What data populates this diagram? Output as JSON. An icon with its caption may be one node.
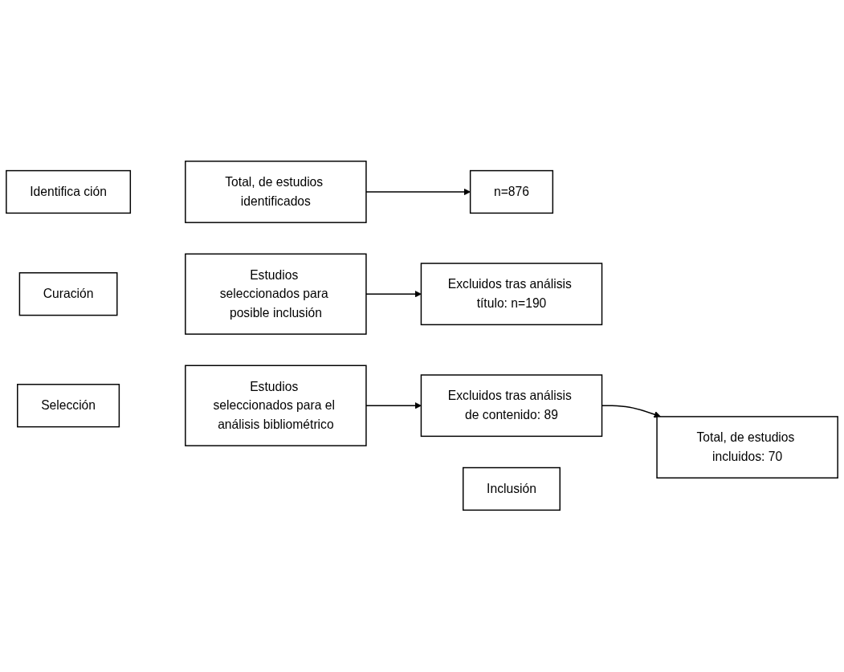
{
  "diagram": {
    "nodes": [
      {
        "text": [
          "Identifica ción"
        ]
      },
      {
        "text": [
          "Total, de estudios identificados"
        ]
      },
      {
        "text": [
          "n=876"
        ]
      },
      {
        "text": [
          "Curación"
        ]
      },
      {
        "text": [
          "Estudios seleccionados para posible inclusión"
        ]
      },
      {
        "text": [
          "Excluidos tras análisis título: n=190"
        ]
      },
      {
        "text": [
          "Selección"
        ]
      },
      {
        "text": [
          "Estudios seleccionados para el análisis bibliométrico"
        ]
      },
      {
        "text": [
          "Excluidos tras análisis de contenido: 89"
        ]
      },
      {
        "text": [
          "Inclusión"
        ]
      },
      {
        "text": [
          "Total, de estudios incluidos: 70"
        ]
      }
    ],
    "edges": [
      {
        "from": 1,
        "to": 2,
        "arrow": "to"
      },
      {
        "from": 4,
        "to": 5,
        "arrow": "to"
      },
      {
        "from": 7,
        "to": 8,
        "arrow": "to"
      },
      {
        "from": 8,
        "to": 10,
        "arrow": "to"
      }
    ]
  }
}
